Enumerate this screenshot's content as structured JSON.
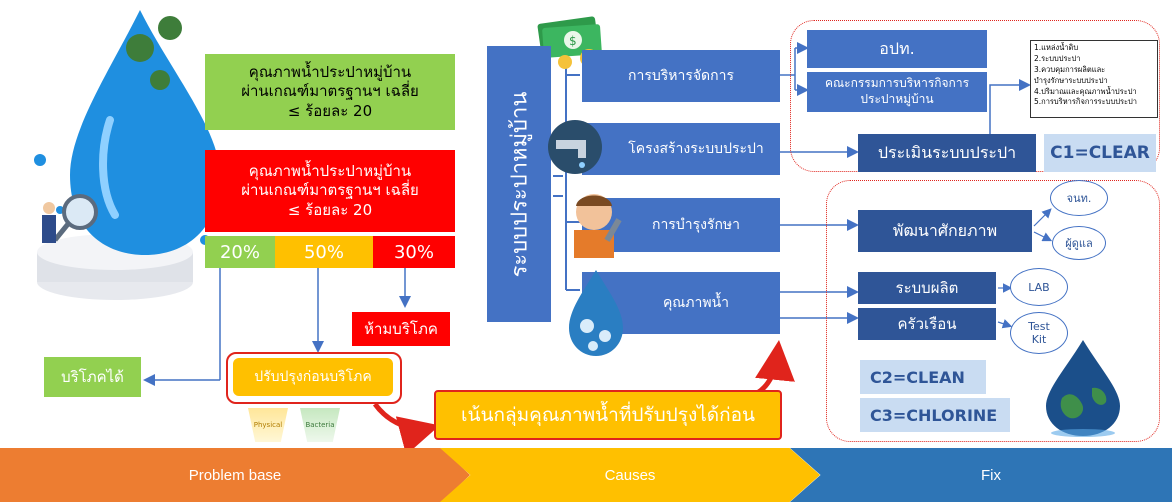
{
  "left": {
    "pass_box": "คุณภาพน้ำประปาหมู่บ้าน\nผ่านเกณฑ์มาตรฐานฯ เฉลี่ย\n≤ ร้อยละ 20",
    "fail_box": "คุณภาพน้ำประปาหมู่บ้าน\nผ่านเกณฑ์มาตรฐานฯ เฉลี่ย\n≤ ร้อยละ 20",
    "pct_green": "20%",
    "pct_orange": "50%",
    "pct_red": "30%",
    "drinkable": "บริโภคได้",
    "improve": "ปรับปรุงก่อนบริโภค",
    "not_drinkable": "ห้ามบริโภค",
    "physical": "Physical",
    "bacteria": "Bacteria"
  },
  "middle": {
    "vertical_title": "ระบบประปาหมู่บ้าน",
    "items": [
      "การบริหารจัดการ",
      "โครงสร้างระบบประปา",
      "การบำรุงรักษา",
      "คุณภาพน้ำ"
    ],
    "focus": "เน้นกลุ่มคุณภาพน้ำที่ปรับปรุงได้ก่อน"
  },
  "right": {
    "opt": "อปท.",
    "committee": "คณะกรรมการบริหารกิจการ\nประปาหมู่บ้าน",
    "checklist": [
      "1.แหล่งน้ำดิบ",
      "2.ระบบประปา",
      "3.ควบคุมการผลิตและ",
      "บำรุงรักษาระบบประปา",
      "4.ปริมาณและคุณภาพน้ำประปา",
      "5.การบริหารกิจการระบบประปา"
    ],
    "assess": "ประเมินระบบประปา",
    "c1": "C1=CLEAR",
    "develop": "พัฒนาศักยภาพ",
    "jnt": "จนท.",
    "caretaker": "ผู้ดูแล",
    "production": "ระบบผลิต",
    "lab": "LAB",
    "household": "ครัวเรือน",
    "testkit": "Test\nKit",
    "c2": "C2=CLEAN",
    "c3": "C3=CHLORINE"
  },
  "footer": {
    "problem": "Problem base",
    "causes": "Causes",
    "fix": "Fix"
  },
  "colors": {
    "green": "#92d050",
    "red": "#ff0000",
    "orange": "#ffc000",
    "blue": "#4472c4",
    "footer_orange": "#ed7d31",
    "footer_yellow": "#ffc000",
    "footer_blue": "#2e75b6"
  }
}
